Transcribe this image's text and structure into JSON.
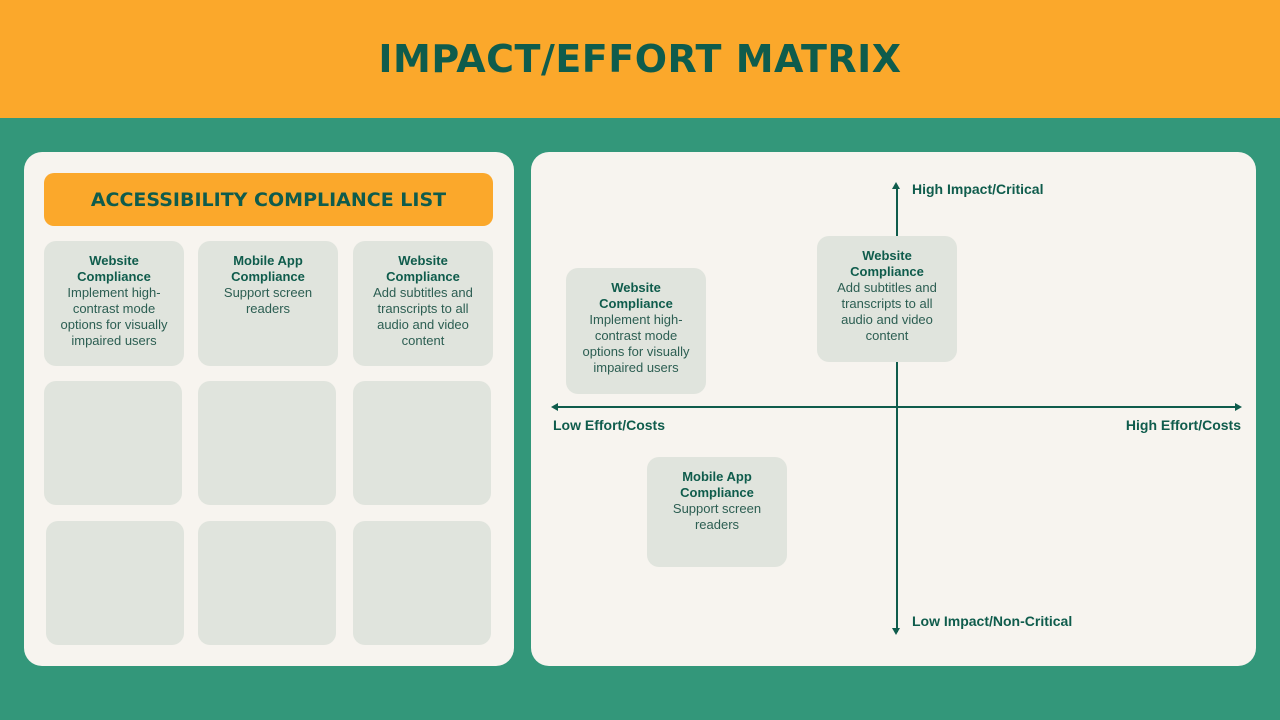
{
  "header": {
    "title": "IMPACT/EFFORT MATRIX"
  },
  "list": {
    "title": "ACCESSIBILITY COMPLIANCE LIST",
    "cards": [
      {
        "title": "Website Compliance",
        "desc": "Implement high-contrast mode options for visually impaired users"
      },
      {
        "title": "Mobile App Compliance",
        "desc": "Support screen readers"
      },
      {
        "title": "Website Compliance",
        "desc": "Add subtitles and transcripts to all audio and video content"
      },
      {
        "title": "",
        "desc": ""
      },
      {
        "title": "",
        "desc": ""
      },
      {
        "title": "",
        "desc": ""
      },
      {
        "title": "",
        "desc": ""
      },
      {
        "title": "",
        "desc": ""
      },
      {
        "title": "",
        "desc": ""
      }
    ]
  },
  "matrix": {
    "axis_labels": {
      "top": "High Impact/Critical",
      "bottom": "Low Impact/Non-Critical",
      "left": "Low Effort/Costs",
      "right": "High Effort/Costs"
    },
    "cards": [
      {
        "title": "Website Compliance",
        "desc": "Implement high-contrast mode options for visually impaired users"
      },
      {
        "title": "Website Compliance",
        "desc": "Add subtitles and transcripts to all audio and video content"
      },
      {
        "title": "Mobile App Compliance",
        "desc": "Support screen readers"
      }
    ]
  },
  "colors": {
    "background": "#33977a",
    "header": "#fba82b",
    "panel": "#f7f4ef",
    "card": "#e0e4dd",
    "text": "#0f5c4c"
  }
}
